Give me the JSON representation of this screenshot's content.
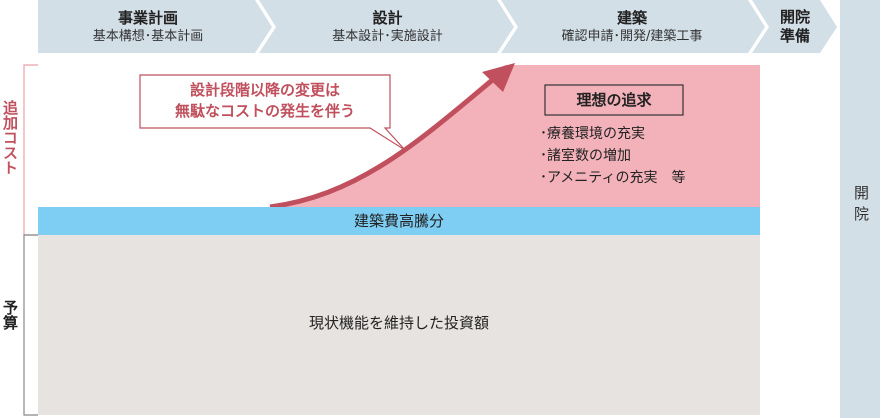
{
  "stages": [
    {
      "title": "事業計画",
      "subtitle": "基本構想･基本計画"
    },
    {
      "title": "設計",
      "subtitle": "基本設計･実施設計"
    },
    {
      "title": "建築",
      "subtitle": "確認申請･開発/建築工事"
    },
    {
      "title": "開院準備",
      "subtitle": ""
    }
  ],
  "opening_label": "開院",
  "left_labels": {
    "additional_cost": "追加コスト",
    "budget": "予算"
  },
  "callout": {
    "line1": "設計段階以降の変更は",
    "line2": "無駄なコストの発生を伴う"
  },
  "ideal": {
    "title": "理想の追求",
    "items": [
      "･療養環境の充実",
      "･諸室数の増加",
      "･アメニティの充実　等"
    ]
  },
  "bands": {
    "cost_increase": "建築費高騰分",
    "base_investment": "現状機能を維持した投資額"
  },
  "colors": {
    "stage": "#d3dfe7",
    "pink": "#f3b2ba",
    "accent": "#c0505d",
    "blue": "#7ecef4",
    "gray": "#e7e3e0"
  }
}
